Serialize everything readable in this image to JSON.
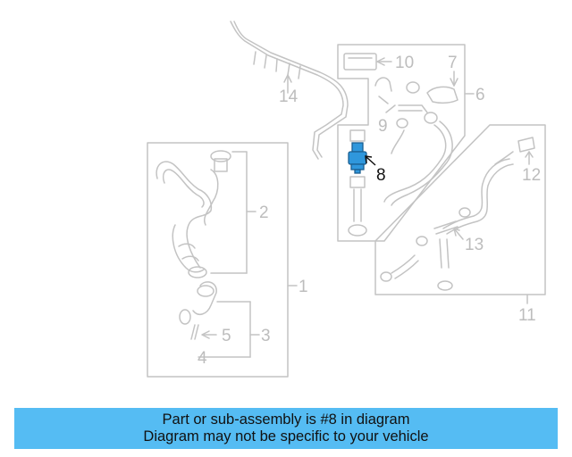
{
  "callouts": {
    "c1": "1",
    "c2": "2",
    "c3": "3",
    "c4": "4",
    "c5": "5",
    "c6": "6",
    "c7": "7",
    "c8": "8",
    "c9": "9",
    "c10": "10",
    "c11": "11",
    "c12": "12",
    "c13": "13",
    "c14": "14"
  },
  "highlighted_part": "8",
  "colors": {
    "highlight": "#2f97dc",
    "banner": "#55bcf3",
    "line": "#c3c3c3"
  },
  "banner": {
    "line1": "Part or sub-assembly is #8 in diagram",
    "line2": "Diagram may not be specific to your vehicle"
  }
}
